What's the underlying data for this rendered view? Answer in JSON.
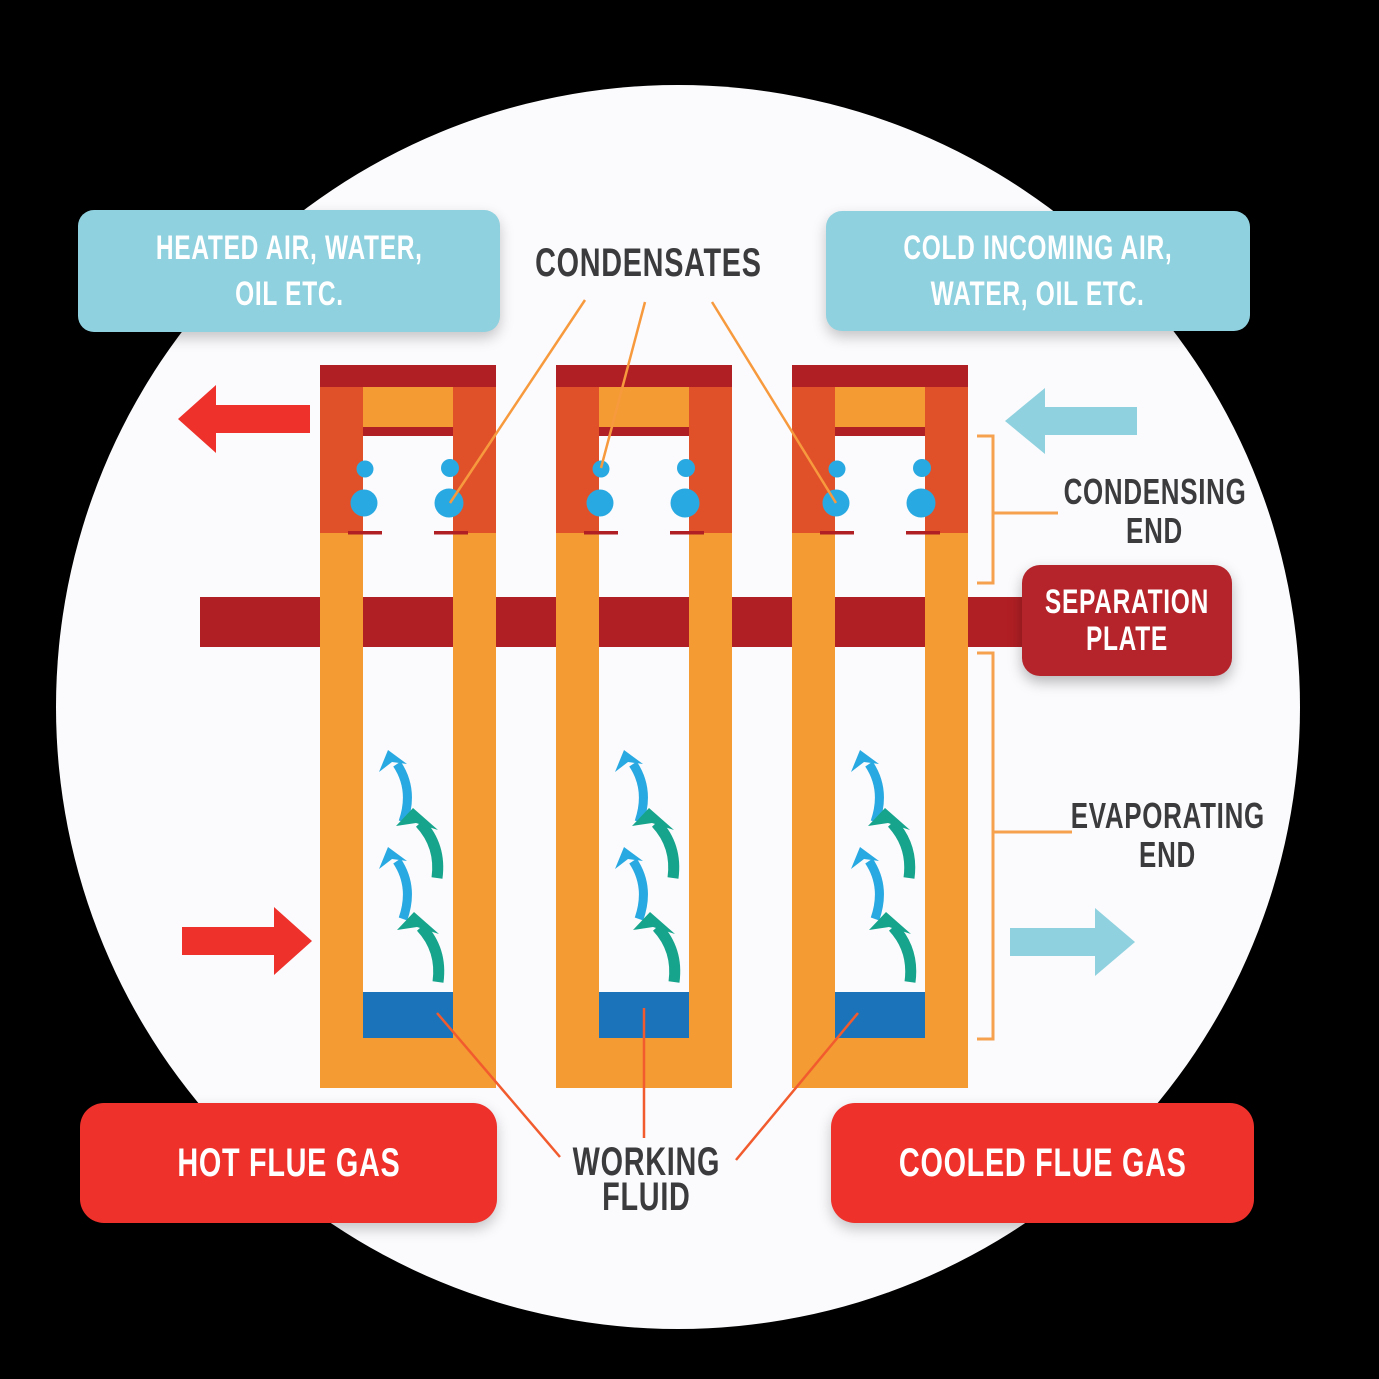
{
  "title": "Heat pipe heat exchanger diagram",
  "colors": {
    "bg": "#000000",
    "circle": "#FBFBFD",
    "lightblue": "#8FD1DF",
    "red": "#EE312B",
    "darkred": "#B01F24",
    "plate-label": "#B5242B",
    "vermilion": "#E0512A",
    "orange": "#F49B33",
    "pool": "#1B73B9",
    "droplet": "#29A9E1",
    "green": "#16A48C",
    "bracket": "#F6A14E",
    "leader-cond": "#F79A3E",
    "leader-fluid": "#F15B2E",
    "text-dark": "#3B3B3D",
    "text-white": "#FFFFFF"
  },
  "labels": {
    "heated": {
      "line1": "HEATED AIR, WATER,",
      "line2": "OIL ETC."
    },
    "condensates": "CONDENSATES",
    "cold": {
      "line1": "COLD INCOMING AIR,",
      "line2": "WATER, OIL ETC."
    },
    "condensing": {
      "line1": "CONDENSING",
      "line2": "END"
    },
    "separation": {
      "line1": "SEPARATION",
      "line2": "PLATE"
    },
    "evaporating": {
      "line1": "EVAPORATING",
      "line2": "END"
    },
    "hot": "HOT FLUE GAS",
    "working": {
      "line1": "WORKING",
      "line2": "FLUID"
    },
    "cooled": "COOLED FLUE GAS"
  },
  "icons": {
    "heated-outflow-arrow": "red arrow pointing left (heated medium leaving)",
    "hot-inflow-arrow": "red arrow pointing right (hot flue gas entering)",
    "cold-inflow-arrow": "light blue arrow pointing left (cold medium entering)",
    "cooled-outflow-arrow": "light blue arrow pointing right (cooled flue gas leaving)",
    "condensate-droplets": "blue droplet pairs inside condensing end",
    "vapor-arrows": "blue and teal curved arrows rising in evaporating end"
  }
}
